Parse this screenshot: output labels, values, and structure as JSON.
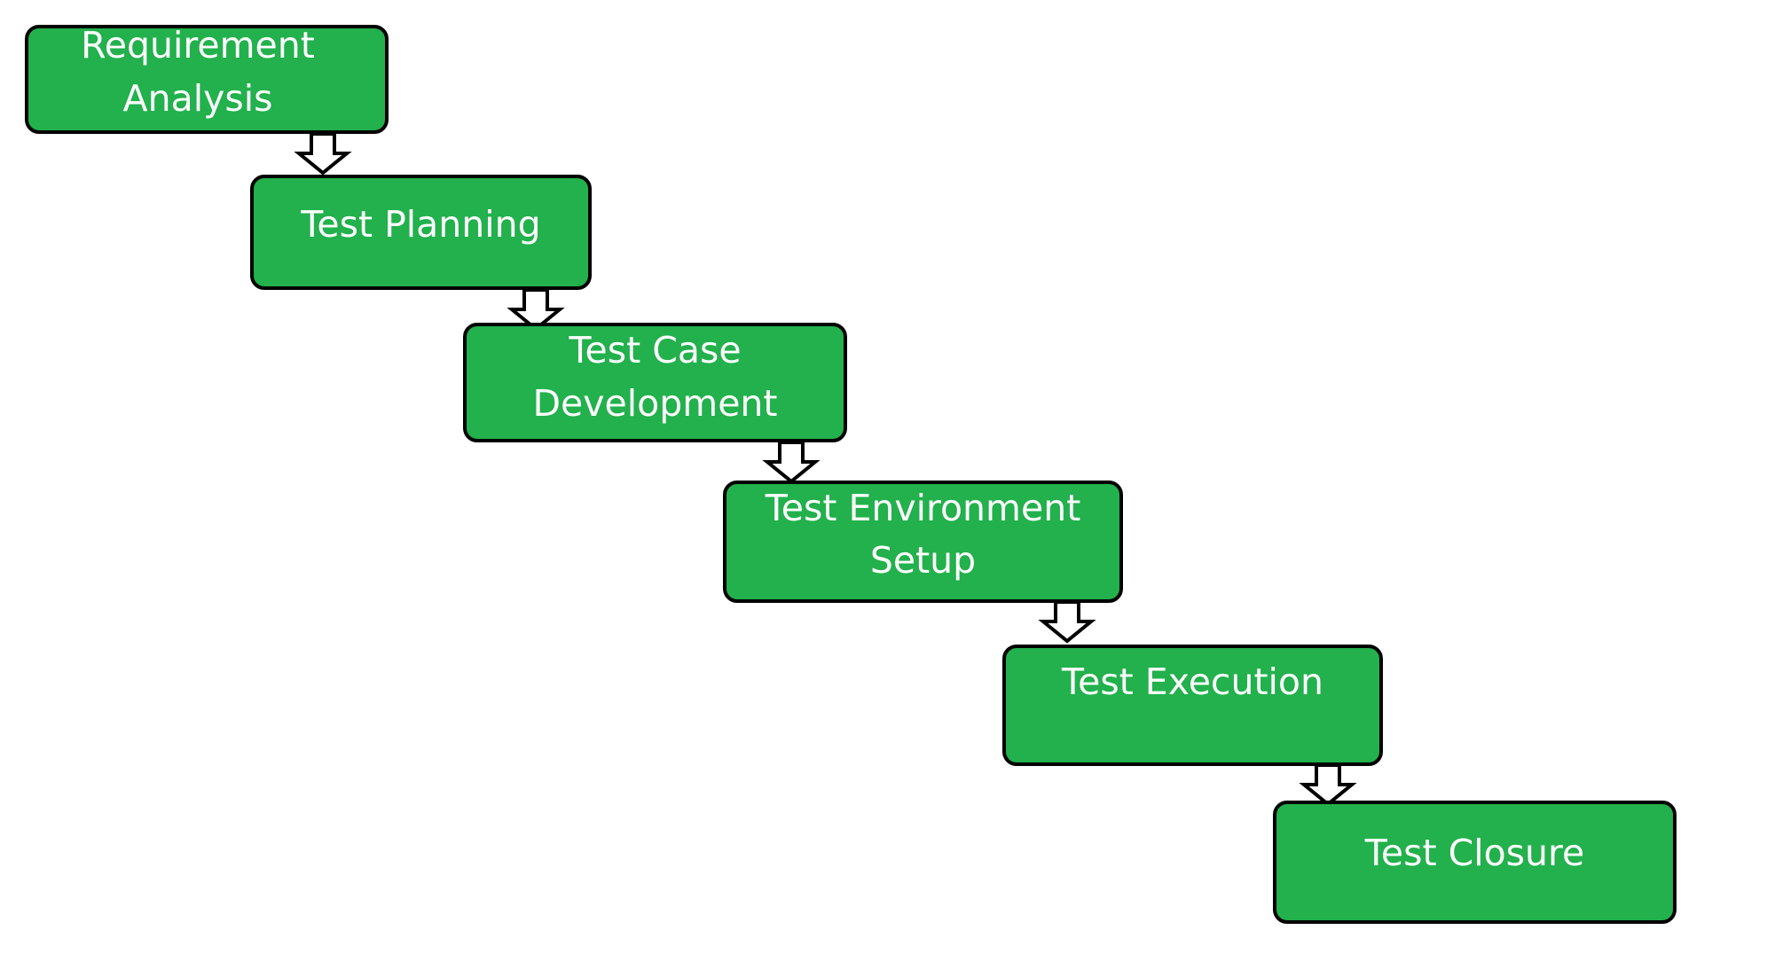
{
  "diagram": {
    "stages": [
      {
        "id": "requirement-analysis",
        "label": "Requirement\nAnalysis"
      },
      {
        "id": "test-planning",
        "label": "Test Planning"
      },
      {
        "id": "test-case-development",
        "label": "Test Case\nDevelopment"
      },
      {
        "id": "test-environment-setup",
        "label": "Test Environment\nSetup"
      },
      {
        "id": "test-execution",
        "label": "Test Execution"
      },
      {
        "id": "test-closure",
        "label": "Test Closure"
      }
    ],
    "colors": {
      "box_fill": "#22b14c",
      "box_border": "#000000",
      "text": "#ffffff",
      "arrow_fill": "#ffffff",
      "arrow_stroke": "#000000"
    }
  }
}
